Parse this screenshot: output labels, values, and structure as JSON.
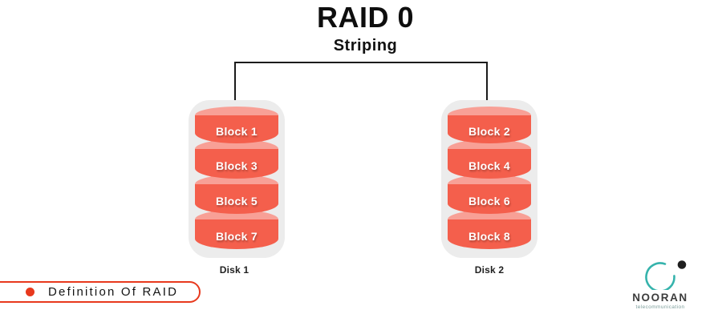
{
  "title": {
    "main": "RAID 0",
    "subtitle": "Striping"
  },
  "disks": [
    {
      "label": "Disk 1",
      "blocks": [
        "Block 1",
        "Block 3",
        "Block 5",
        "Block 7"
      ]
    },
    {
      "label": "Disk 2",
      "blocks": [
        "Block 2",
        "Block 4",
        "Block 6",
        "Block 8"
      ]
    }
  ],
  "badge": {
    "label": "Definition Of RAID"
  },
  "logo": {
    "name": "NOORAN",
    "tagline": "telecommunication"
  },
  "colors": {
    "block_body": "#f45f4c",
    "block_cap": "#f8a096",
    "disk_shell": "#ececec",
    "connector_line": "#1b1b1b",
    "badge_red": "#e8391d",
    "logo_teal": "#35b3ac",
    "logo_dot": "#1f1f1f"
  }
}
